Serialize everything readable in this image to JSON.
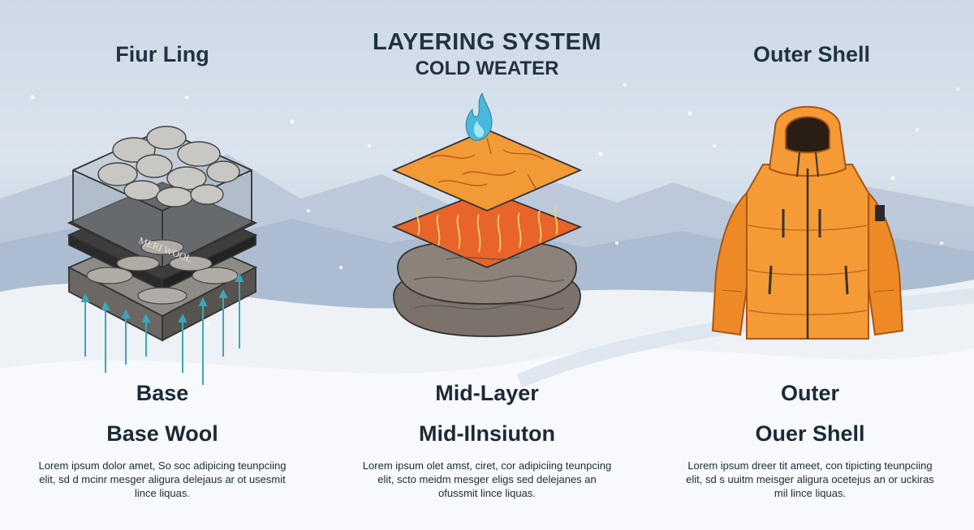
{
  "header": {
    "left_title": "Fiur Ling",
    "main_title": "LAYERING SYSTEM",
    "main_subtitle": "COLD WEATER",
    "right_title": "Outer Shell"
  },
  "columns": [
    {
      "label": "Base",
      "sublabel": "Base Wool",
      "description": "Lorem ipsum dolor amet, So soc adipicing teunpciing elit, sd d mcinr mesger aligura delejaus ar ot usesmit lince liquas.",
      "illustration_text": "MERI WOOL"
    },
    {
      "label": "Mid-Layer",
      "sublabel": "Mid-Ilnsiuton",
      "description": "Lorem ipsum olet amst, ciret, cor adipiciing teunpcing elit, scto meidm mesger eligs sed delejanes an ofussmit lince liquas."
    },
    {
      "label": "Outer",
      "sublabel": "Ouer Shell",
      "description": "Lorem ipsum dreer tit ameet, con tipicting teunpciing elit, sd s uuitm meisger aligura ocetejus an or uckiras mil lince liquas."
    }
  ],
  "colors": {
    "background": "#d4dfeb",
    "text": "#1b2a36",
    "jacket": "#f28f2a",
    "mid_layer_top": "#f29a35",
    "mid_layer_bottom": "#e8642b",
    "moisture_arrows": "#3aa7b8",
    "flame": "#49b8dd"
  }
}
